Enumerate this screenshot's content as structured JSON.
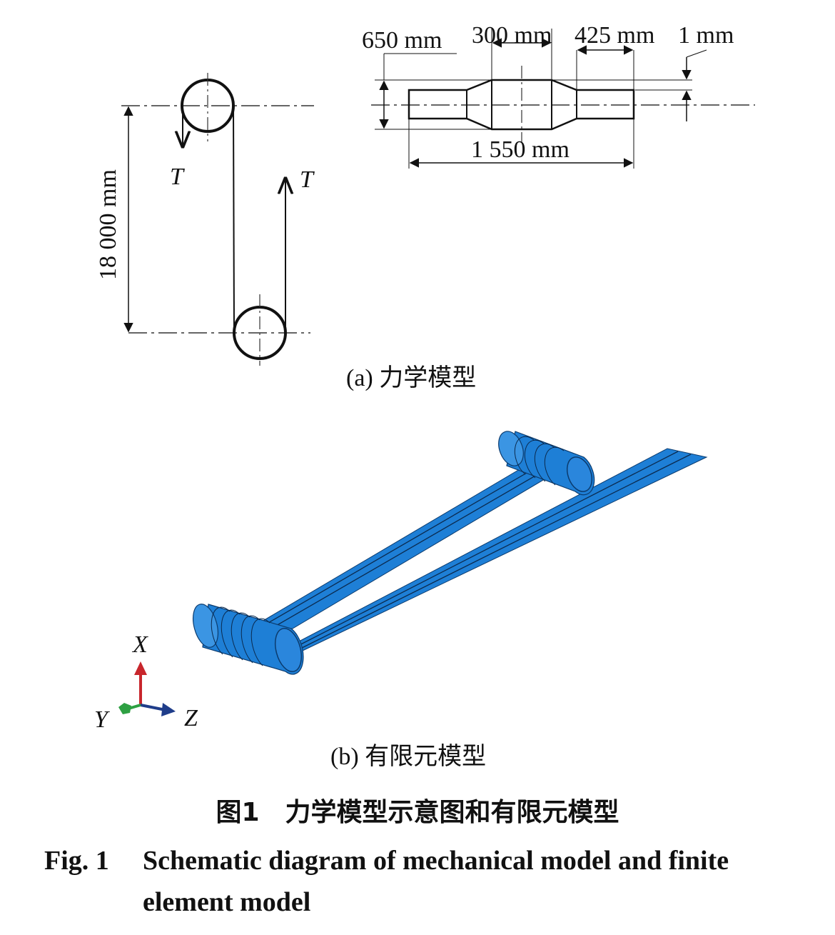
{
  "diagram_a": {
    "dims": {
      "d650": "650 mm",
      "d300": "300 mm",
      "d425": "425 mm",
      "d1": "1 mm",
      "d1550": "1 550 mm",
      "d18000": "18 000 mm"
    },
    "tension_left": "T",
    "tension_right": "T",
    "subcaption": "(a) 力学模型"
  },
  "diagram_b": {
    "axis_x": "X",
    "axis_y": "Y",
    "axis_z": "Z",
    "subcaption": "(b) 有限元模型",
    "colors": {
      "model": "#1e7fd6",
      "axis_x": "#c8262c",
      "axis_y": "#2ea043",
      "axis_z": "#1f3d8a"
    }
  },
  "caption": {
    "cn": "图1　力学模型示意图和有限元模型",
    "en_label": "Fig. 1",
    "en_line1": "Schematic diagram of mechanical model and finite",
    "en_line2": "element model"
  }
}
